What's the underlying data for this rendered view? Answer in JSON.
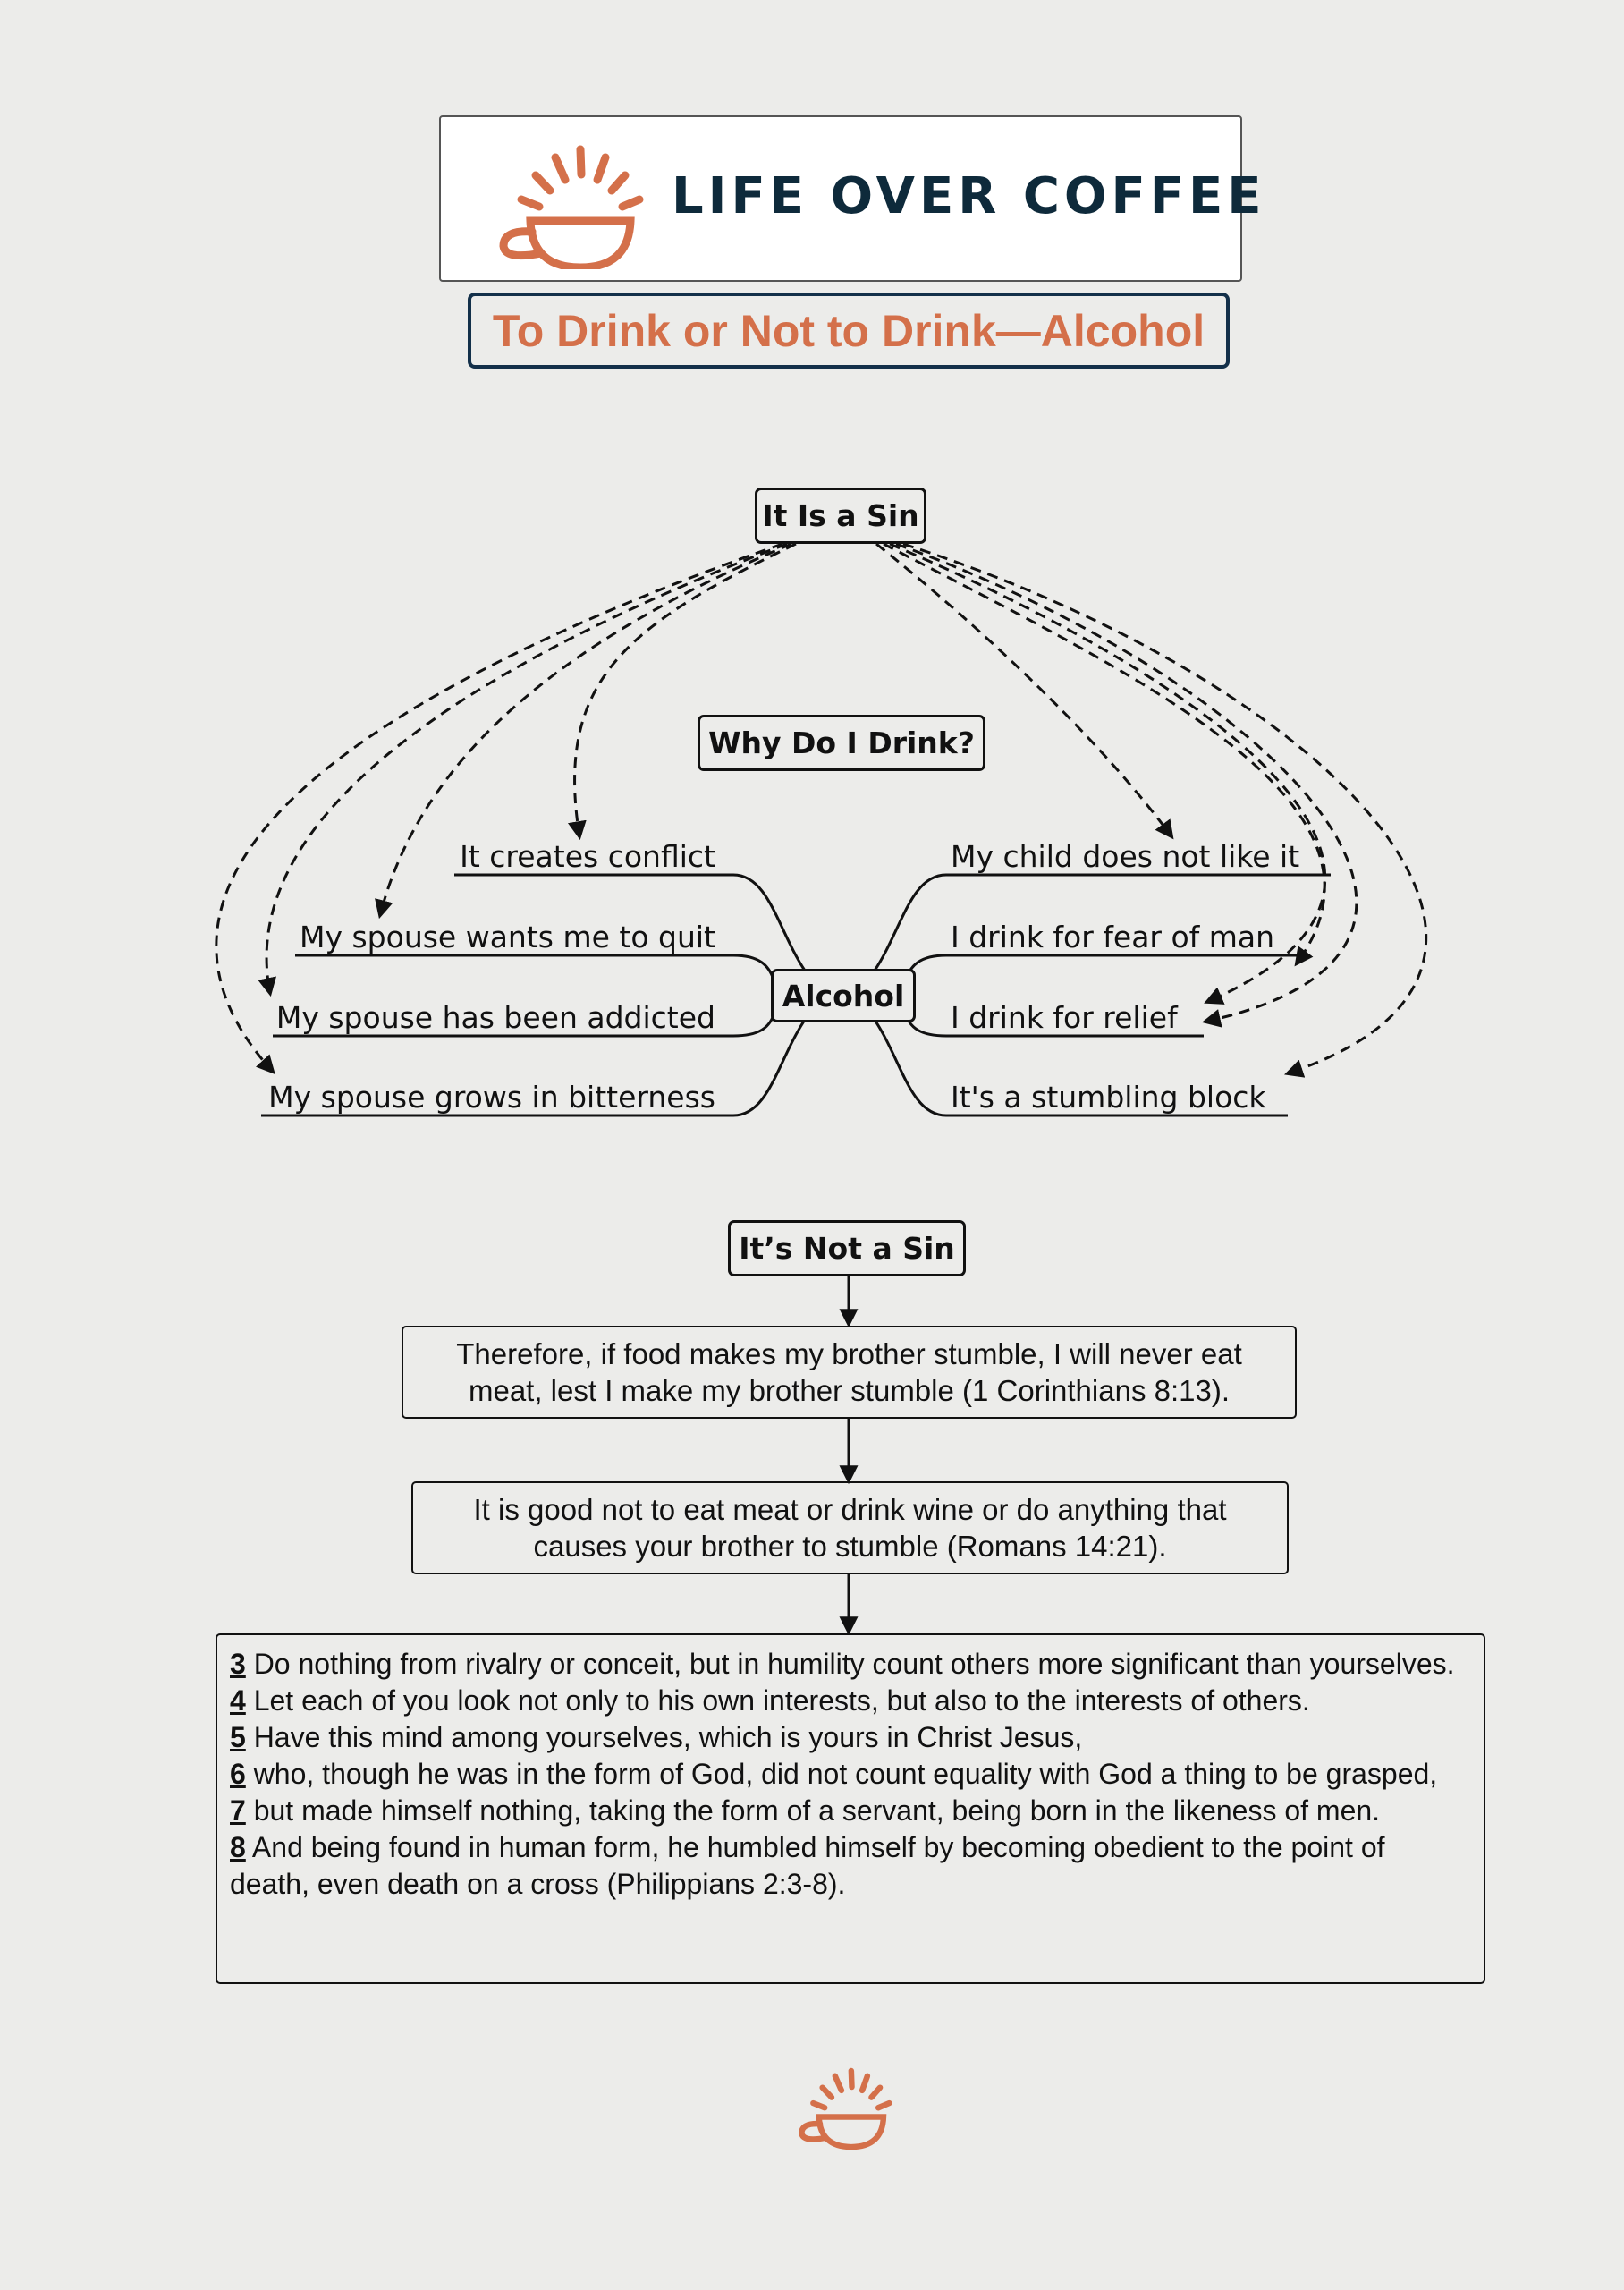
{
  "logo": {
    "text": "LIFE OVER COFFEE",
    "color": "#d4704a",
    "text_color": "#0e2a3b"
  },
  "title": "To Drink or Not to Drink—Alcohol",
  "mindmap": {
    "top_node": "It Is a Sin",
    "question": "Why Do I Drink?",
    "center": "Alcohol",
    "left_branches": [
      "It creates conflict",
      "My spouse wants me to quit",
      "My spouse has been addicted",
      "My spouse grows in bitterness"
    ],
    "right_branches": [
      "My child does not like it",
      "I drink for fear of man",
      "I drink for relief",
      "It's a stumbling block"
    ]
  },
  "flow": {
    "node": "It’s Not a Sin",
    "verse1": "Therefore, if food makes my brother stumble, I will never eat meat, lest I make my brother stumble (1 Corinthians 8:13).",
    "verse2": "It is good not to eat meat or drink wine or do anything that causes your brother to stumble (Romans 14:21).",
    "passage": [
      {
        "num": "3",
        "text": " Do nothing from rivalry or conceit, but in humility count others more significant than yourselves."
      },
      {
        "num": "4",
        "text": " Let each of you look not only to his own interests, but also to the interests of others."
      },
      {
        "num": "5",
        "text": " Have this mind among yourselves, which is yours in Christ Jesus,"
      },
      {
        "num": "6",
        "text": " who, though he was in the form of God, did not count equality with God a thing to be grasped,"
      },
      {
        "num": "7",
        "text": " but made himself nothing, taking the form of a servant, being born in the likeness of men."
      },
      {
        "num": "8",
        "text": " And being found in human form, he humbled himself by becoming obedient to the point of death, even death on a cross (Philippians 2:3-8)."
      }
    ]
  },
  "icons": {
    "logo": "coffee-cup-sunrise-icon",
    "footer": "coffee-cup-sunrise-icon"
  }
}
